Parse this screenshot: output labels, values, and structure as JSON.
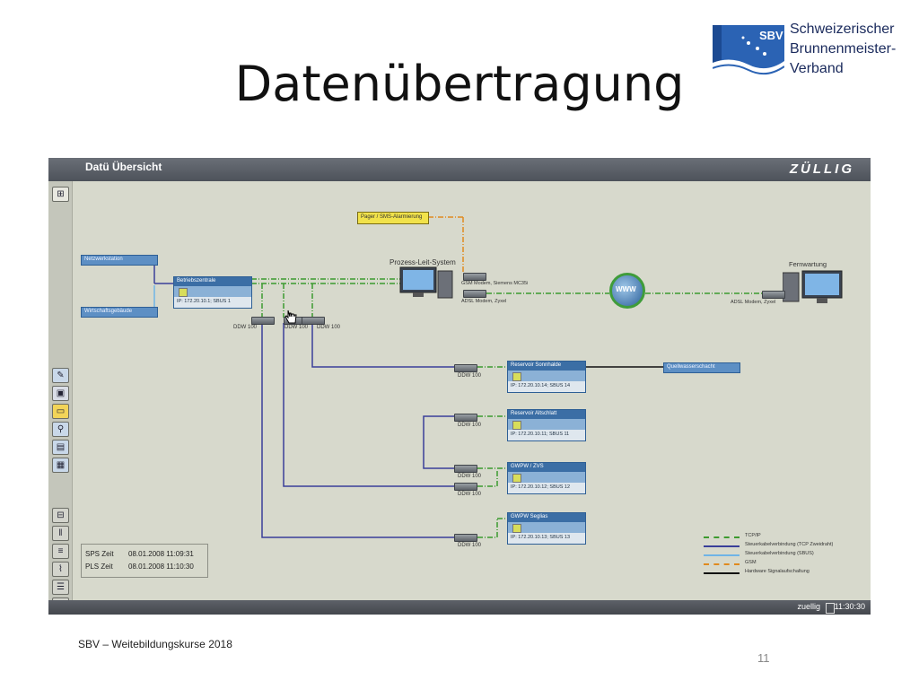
{
  "slide": {
    "title": "Datenübertragung",
    "footer": "SBV – Weitebildungskurse 2018",
    "page_number": "11"
  },
  "logo": {
    "mark_text": "SBV",
    "line1": "Schweizerischer",
    "line2": "Brunnenmeister-",
    "line3": "Verband"
  },
  "screen": {
    "title": "Datü Übersicht",
    "brand": "ZÜLLIG",
    "status_user": "zuellig",
    "status_time": "11:30:30"
  },
  "left_boxes": {
    "box1": "Netzwerkstation",
    "box2": "Wirtschaftsgebäude",
    "main_station": "Betriebszentrale",
    "main_station_ip": "IP: 172.20.10.1; SBUS 1"
  },
  "devices": {
    "ddw1": "DDW 100",
    "ddw2": "DDW 100",
    "ddw3": "DDW 100"
  },
  "center": {
    "pager": "Pager / SMS-Alarmierung",
    "pls_label": "Prozess-Leit-System",
    "gsm_modem": "GSM Modem, Siemens MC35i",
    "adsl_modem": "ADSL Modem, Zyxel",
    "globe_label": "WWW",
    "remote_label": "Fernwartung",
    "remote_modem": "ADSL Modem, Zyxel"
  },
  "stations": [
    {
      "name": "Reservoir Sonnhalde",
      "ip": "IP: 172.20.10.14; SBUS 14",
      "ddw": "DDW 100"
    },
    {
      "name": "Reservoir Altschlatt",
      "ip": "IP: 172.20.10.11; SBUS 11",
      "ddw": "DDW 100"
    },
    {
      "name": "GWPW / ZVS",
      "ip": "IP: 172.20.10.12; SBUS 12",
      "ddw": "DDW 100"
    },
    {
      "name": "GWPW Seglias",
      "ip": "IP: 172.20.10.13; SBUS 13",
      "ddw": "DDW 100"
    }
  ],
  "quell": "Quellwasserschacht",
  "times": {
    "sps_label": "SPS Zeit",
    "sps_value": "08.01.2008 11:09:31",
    "pls_label": "PLS Zeit",
    "pls_value": "08.01.2008 11:10:30"
  },
  "legend": [
    {
      "label": "TCP/IP",
      "color": "#3c9a2e",
      "style": "dashdot"
    },
    {
      "label": "Steuerkabelverbindung (TCP Zweidraht)",
      "color": "#3a3f99",
      "style": "solid"
    },
    {
      "label": "Steuerkabelverbindung (SBUS)",
      "color": "#6fb4e6",
      "style": "solid"
    },
    {
      "label": "GSM",
      "color": "#e08a1e",
      "style": "dashdot"
    },
    {
      "label": "Hardware Signalaufschaltung",
      "color": "#111111",
      "style": "solid"
    }
  ]
}
